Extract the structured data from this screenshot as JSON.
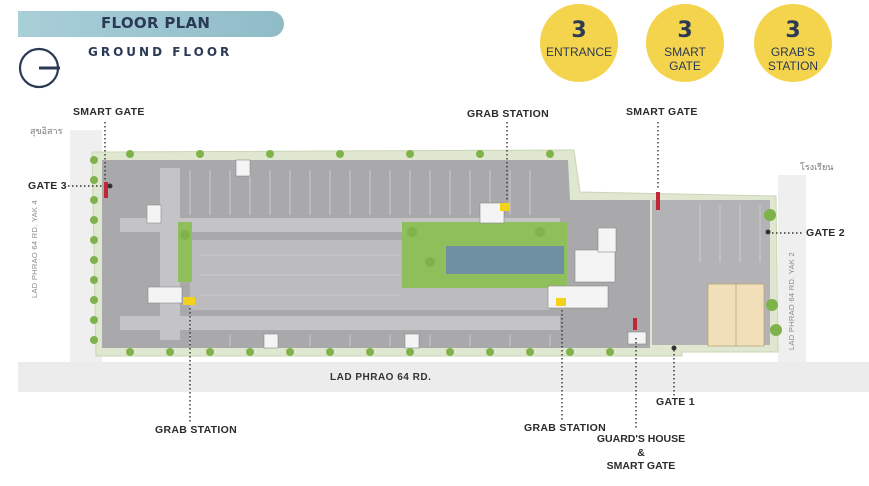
{
  "header": {
    "title": "FLOOR PLAN",
    "subtitle": "GROUND FLOOR"
  },
  "stats": [
    {
      "value": "3",
      "label": "ENTRANCE"
    },
    {
      "value": "3",
      "label": "SMART GATE"
    },
    {
      "value": "3",
      "label": "GRAB'S STATION"
    }
  ],
  "labels": {
    "smart_gate_left": "SMART GATE",
    "grab_station_top": "GRAB STATION",
    "smart_gate_right": "SMART GATE",
    "gate_3": "GATE 3",
    "gate_2": "GATE 2",
    "gate_1": "GATE 1",
    "grab_station_bottom_left": "GRAB STATION",
    "grab_station_bottom_right": "GRAB STATION",
    "guards_house": [
      "GUARD'S HOUSE",
      "&",
      "SMART GATE"
    ]
  },
  "roads": {
    "main": "LAD PHRAO 64  RD.",
    "left": "LAD PHRAO 64  RD. YAK 4",
    "right": "LAD PHRAO 64  RD. YAK 2",
    "thai_top_left": "สุขอิสาร",
    "thai_right": "โรงเรียน"
  },
  "colors": {
    "accent": "#f4d44d",
    "navy": "#2b3a55",
    "tab": "#a9cfd8",
    "parking": "#a9a9ab",
    "smart_gate_marker": "#c0283a",
    "grab_marker": "#f2d21a",
    "tree": "#7fb24a"
  },
  "icons": {
    "compass": "north-arrow-icon"
  }
}
